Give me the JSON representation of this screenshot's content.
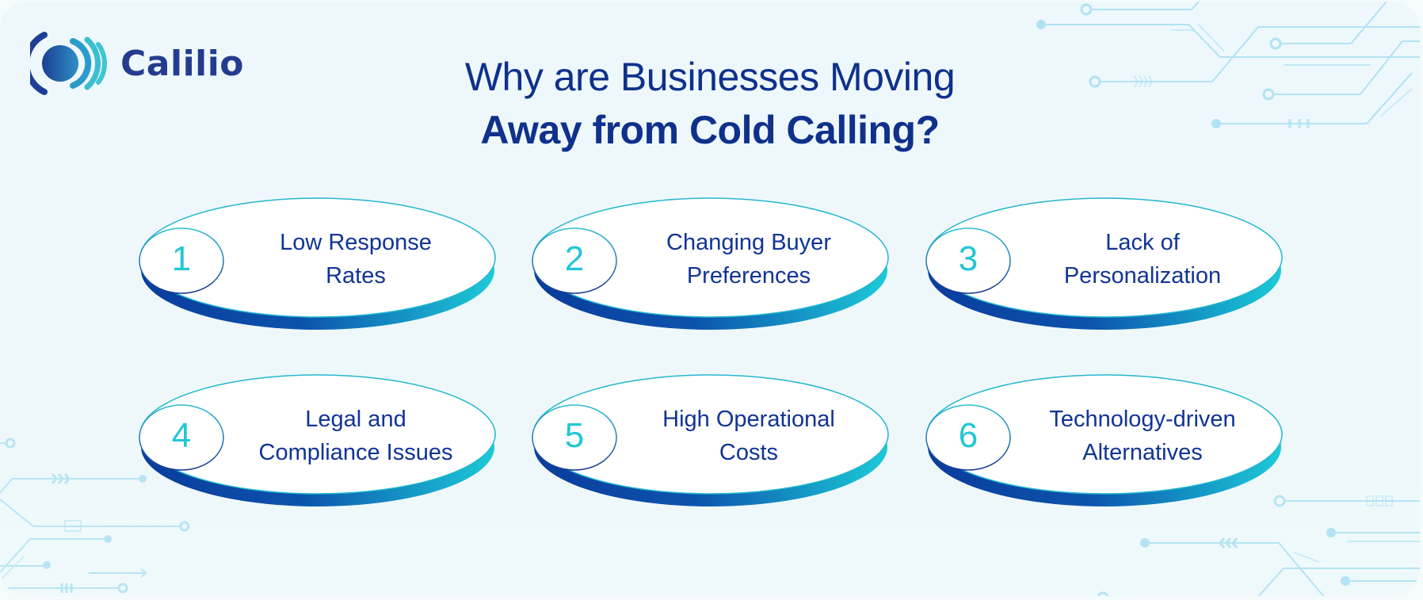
{
  "brand": {
    "name": "Calilio",
    "colors": {
      "navy": "#0f318c",
      "logo_text": "#243c8f",
      "cyan": "#22c6d6",
      "rim_dark": "#0b3f9f",
      "rim_light": "#19c3d6",
      "background": "#eef8fc",
      "circuit": "#9fdcf3"
    }
  },
  "header": {
    "title_line1": "Why are Businesses Moving",
    "title_line2": "Away from Cold Calling?"
  },
  "reasons": [
    {
      "number": "1",
      "line1": "Low Response",
      "line2": "Rates"
    },
    {
      "number": "2",
      "line1": "Changing Buyer",
      "line2": "Preferences"
    },
    {
      "number": "3",
      "line1": "Lack of",
      "line2": "Personalization"
    },
    {
      "number": "4",
      "line1": "Legal and",
      "line2": "Compliance Issues"
    },
    {
      "number": "5",
      "line1": "High Operational",
      "line2": "Costs"
    },
    {
      "number": "6",
      "line1": "Technology-driven",
      "line2": "Alternatives"
    }
  ],
  "icons": {
    "logo": "phone-signal-c-icon",
    "background": "circuit-lines-decoration"
  }
}
